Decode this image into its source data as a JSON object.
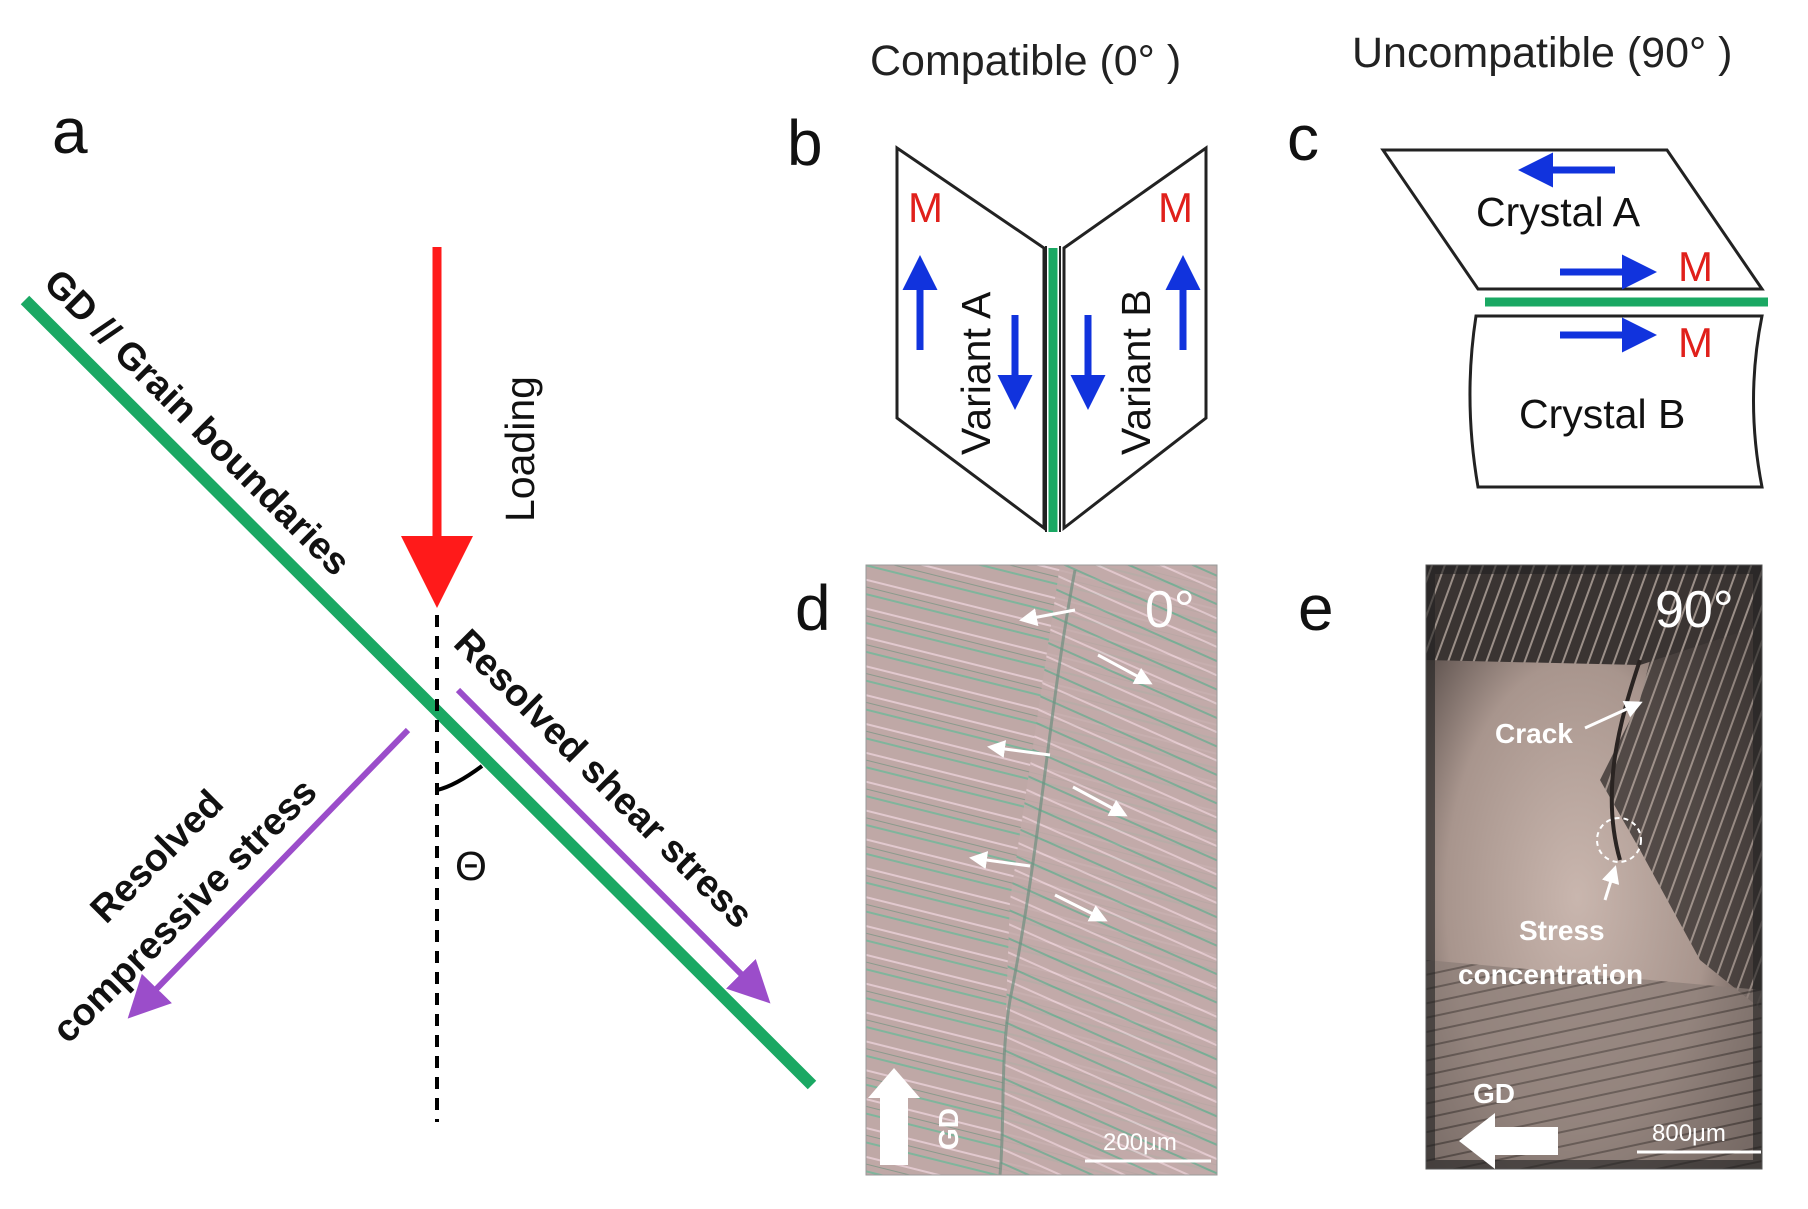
{
  "panels": {
    "a": {
      "letter": "a",
      "loading": "Loading",
      "grain": "GD // Grain boundaries",
      "shear": "Resolved shear stress",
      "comp_1": "Resolved",
      "comp_2": "compressive stress",
      "theta": "Θ"
    },
    "b": {
      "letter": "b",
      "heading": "Compatible (0° )",
      "left_label": "Variant A",
      "right_label": "Variant B",
      "m_left": "M",
      "m_right": "M"
    },
    "c": {
      "letter": "c",
      "heading": "Uncompatible (90° )",
      "top_label": "Crystal A",
      "bottom_label": "Crystal B",
      "m_top": "M",
      "m_bottom": "M"
    },
    "d": {
      "letter": "d",
      "angle": "0°",
      "gd": "GD",
      "scale": "200μm"
    },
    "e": {
      "letter": "e",
      "angle": "90°",
      "crack": "Crack",
      "stress_1": "Stress",
      "stress_2": "concentration",
      "gd": "GD",
      "scale": "800μm"
    }
  },
  "colors": {
    "green": "#1aa863",
    "red": "#ff1a1a",
    "purple": "#9b4dca",
    "blue": "#1133dd",
    "m_red": "#e0201b"
  }
}
